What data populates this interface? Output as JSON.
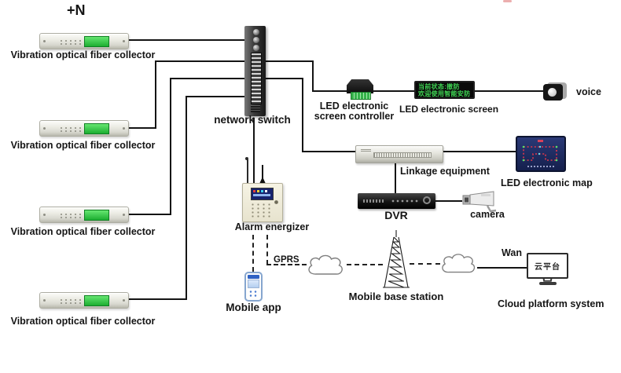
{
  "diagram": {
    "plus_n": "+N",
    "collector": {
      "label": "Vibration optical fiber collector"
    },
    "network_switch": {
      "label": "network switch"
    },
    "led_controller": {
      "label_line1": "LED electronic",
      "label_line2": "screen controller"
    },
    "led_screen": {
      "label": "LED electronic screen",
      "display_line1": "当前状态:撤防",
      "display_line2": "欢迎使用智能安防"
    },
    "voice": {
      "label": "voice"
    },
    "linkage": {
      "label": "Linkage equipment"
    },
    "led_map": {
      "label": "LED electronic map"
    },
    "dvr": {
      "label": "DVR"
    },
    "camera": {
      "label": "camera"
    },
    "alarm": {
      "label": "Alarm energizer"
    },
    "gprs": {
      "label": "GPRS"
    },
    "mobile_app": {
      "label": "Mobile app"
    },
    "base_station": {
      "label": "Mobile base station"
    },
    "wan": {
      "label": "Wan"
    },
    "cloud_platform": {
      "label": "Cloud platform system",
      "screen_text": "云平台"
    }
  },
  "colors": {
    "wire": "#141414",
    "led_text_green": "#3fd653",
    "led_display_green": "#2ecc40",
    "map_background": "#1d2a63",
    "map_dot_red": "#e2384a",
    "device_silver": "#e8e8e0",
    "alarm_beige": "#f0edda",
    "phone_blue": "#2f62c4"
  }
}
